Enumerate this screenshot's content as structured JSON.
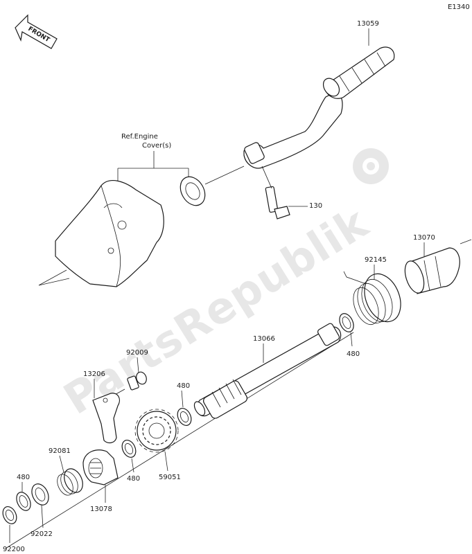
{
  "diagram_code": "E1340",
  "front_arrow_label": "FRONT",
  "ref_note_line1": "Ref.Engine",
  "ref_note_line2": "Cover(s)",
  "watermark": "PartsRepublik",
  "part_labels": {
    "kick_pedal": "13059",
    "bolt": "130",
    "spring_guide": "13070",
    "kick_spring": "92145",
    "kick_shaft": "13066",
    "circlip_shaft_right": "480",
    "circlip_shaft_left": "480",
    "bolt_stopper": "92009",
    "stopper_plate": "13206",
    "kick_gear": "59051",
    "circlip_gear": "480",
    "ratchet_spring": "92081",
    "ratchet": "13078",
    "circlip_end": "480",
    "washer": "92022",
    "spacer": "92200"
  }
}
